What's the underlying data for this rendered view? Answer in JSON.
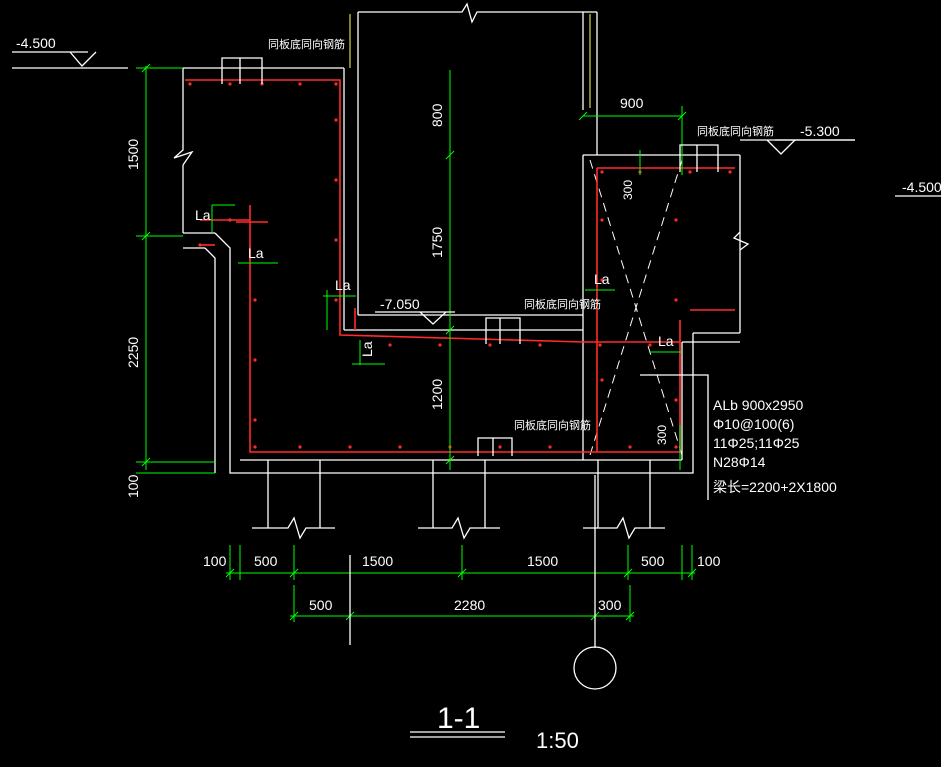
{
  "section": {
    "title": "1-1",
    "scale": "1:50"
  },
  "elevations": {
    "top_left": "-4.500",
    "top_right_beam": "-5.300",
    "far_right": "-4.500",
    "inner_step": "-7.050"
  },
  "notes": {
    "slab_rebar_1": "同板底同向钢筋",
    "slab_rebar_2": "同板底同向钢筋",
    "slab_rebar_3": "同板底同向钢筋",
    "slab_rebar_4": "同板底同向钢筋"
  },
  "anchor_labels": [
    "La",
    "La",
    "La",
    "La",
    "La"
  ],
  "vertical_dims": {
    "d1500": "1500",
    "d2250": "2250",
    "d100": "100",
    "d800": "800",
    "d1750": "1750",
    "d1200": "1200",
    "d300_top": "300",
    "d300_bottom": "300"
  },
  "horizontal_dims": {
    "top_900": "900",
    "row1": [
      "100",
      "500",
      "1500",
      "1500",
      "500",
      "100"
    ],
    "row2": [
      "500",
      "2280",
      "300"
    ]
  },
  "beam_spec": {
    "line1": "ALb 900x2950",
    "line2": "Φ10@100(6)",
    "line3": "11Φ25;11Φ25",
    "line4": "N28Φ14",
    "line5": "梁长=2200+2X1800"
  }
}
